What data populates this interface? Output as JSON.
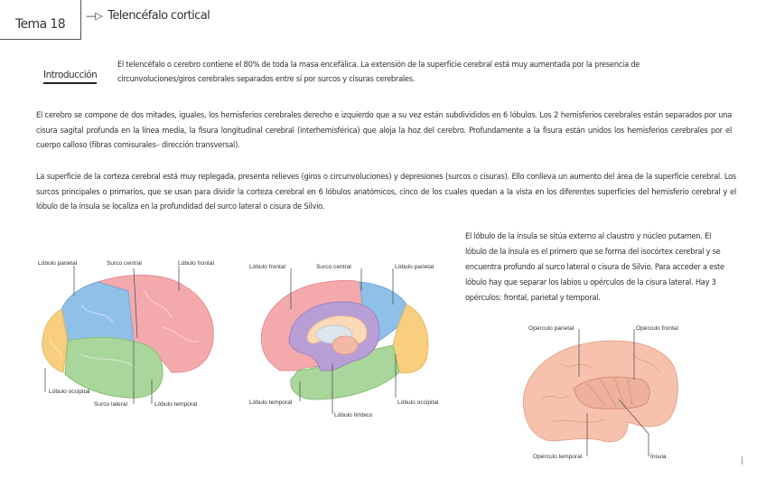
{
  "header": {
    "tema": "Tema 18",
    "arrow": "—▷",
    "topic": "Telencéfalo cortical"
  },
  "intro": {
    "label": "Introducción",
    "lines": [
      "El telencéfalo o cerebro contiene el 80% de toda la masa encefálica. La extensión de la superficie cerebral está muy aumentada por la presencia de",
      "circunvoluciones/giros cerebrales separados entre sí por surcos y cisuras cerebrales."
    ]
  },
  "paragraph1": "El cerebro se compone de dos mitades, iguales, los hemisferios cerebrales derecho e izquierdo que a su vez están subdivididos en 6 lóbulos. Los 2 hemisferios cerebrales están separados por una cisura sagital profunda en la línea media, la fisura longitudinal cerebral (interhemisférica) que aloja la hoz del cerebro. Profundamente a la fisura están unidos los hemisferios cerebrales por el cuerpo calloso (fibras comisurales– dirección transversal).",
  "paragraph2": "La superficie de la corteza cerebral está muy replegada, presenta relieves (giros o circunvoluciones) y depresiones (surcos o cisuras). Ello conlleva un aumento del área de la superficie cerebral. Los surcos principales o primarios, que se usan para dividir la corteza cerebral en 6 lóbulos anatómicos, cinco de los cuales quedan a la vista en los diferentes superficies del hemisferio cerebral y el lóbulo de la ínsula se localiza en la profundidad del surco lateral o cisura de Silvio.",
  "paragraph3": "El lóbulo de la ínsula se sitúa externo al claustro y núcleo putamen. El lóbulo de la ínsula es el primero que se forma del isocórtex cerebral y se encuentra profundo al surco lateral o cisura de Silvio. Para acceder a este lóbulo hay que separar los labios u opérculos de la cisura lateral. Hay 3 opérculos: frontal, parietal y temporal.",
  "figures": {
    "lateral": {
      "labels": {
        "parietal": "Lóbulo parietal",
        "central": "Surco central",
        "frontal": "Lóbulo frontal",
        "occipital": "Lóbulo occipital",
        "lateral": "Surco lateral",
        "temporal": "Lóbulo temporal"
      }
    },
    "medial": {
      "labels": {
        "frontal": "Lóbulo frontal",
        "central": "Surco central",
        "parietal": "Lóbulo parietal",
        "temporal": "Lóbulo temporal",
        "occipital": "Lóbulo occipital",
        "limbic": "Lóbulo límbico"
      }
    },
    "insula": {
      "labels": {
        "op_parietal": "Opérculo parietal",
        "op_frontal": "Opérculo frontal",
        "op_temporal": "Opérculo temporal",
        "insula": "Ínsula"
      }
    }
  },
  "colors": {
    "frontal": "#f4a9ad",
    "parietal": "#8fc0e8",
    "occipital": "#f8cf7e",
    "temporal": "#a9d69a",
    "limbic": "#b79fd6",
    "insula_brain": "#f7c2ad"
  }
}
